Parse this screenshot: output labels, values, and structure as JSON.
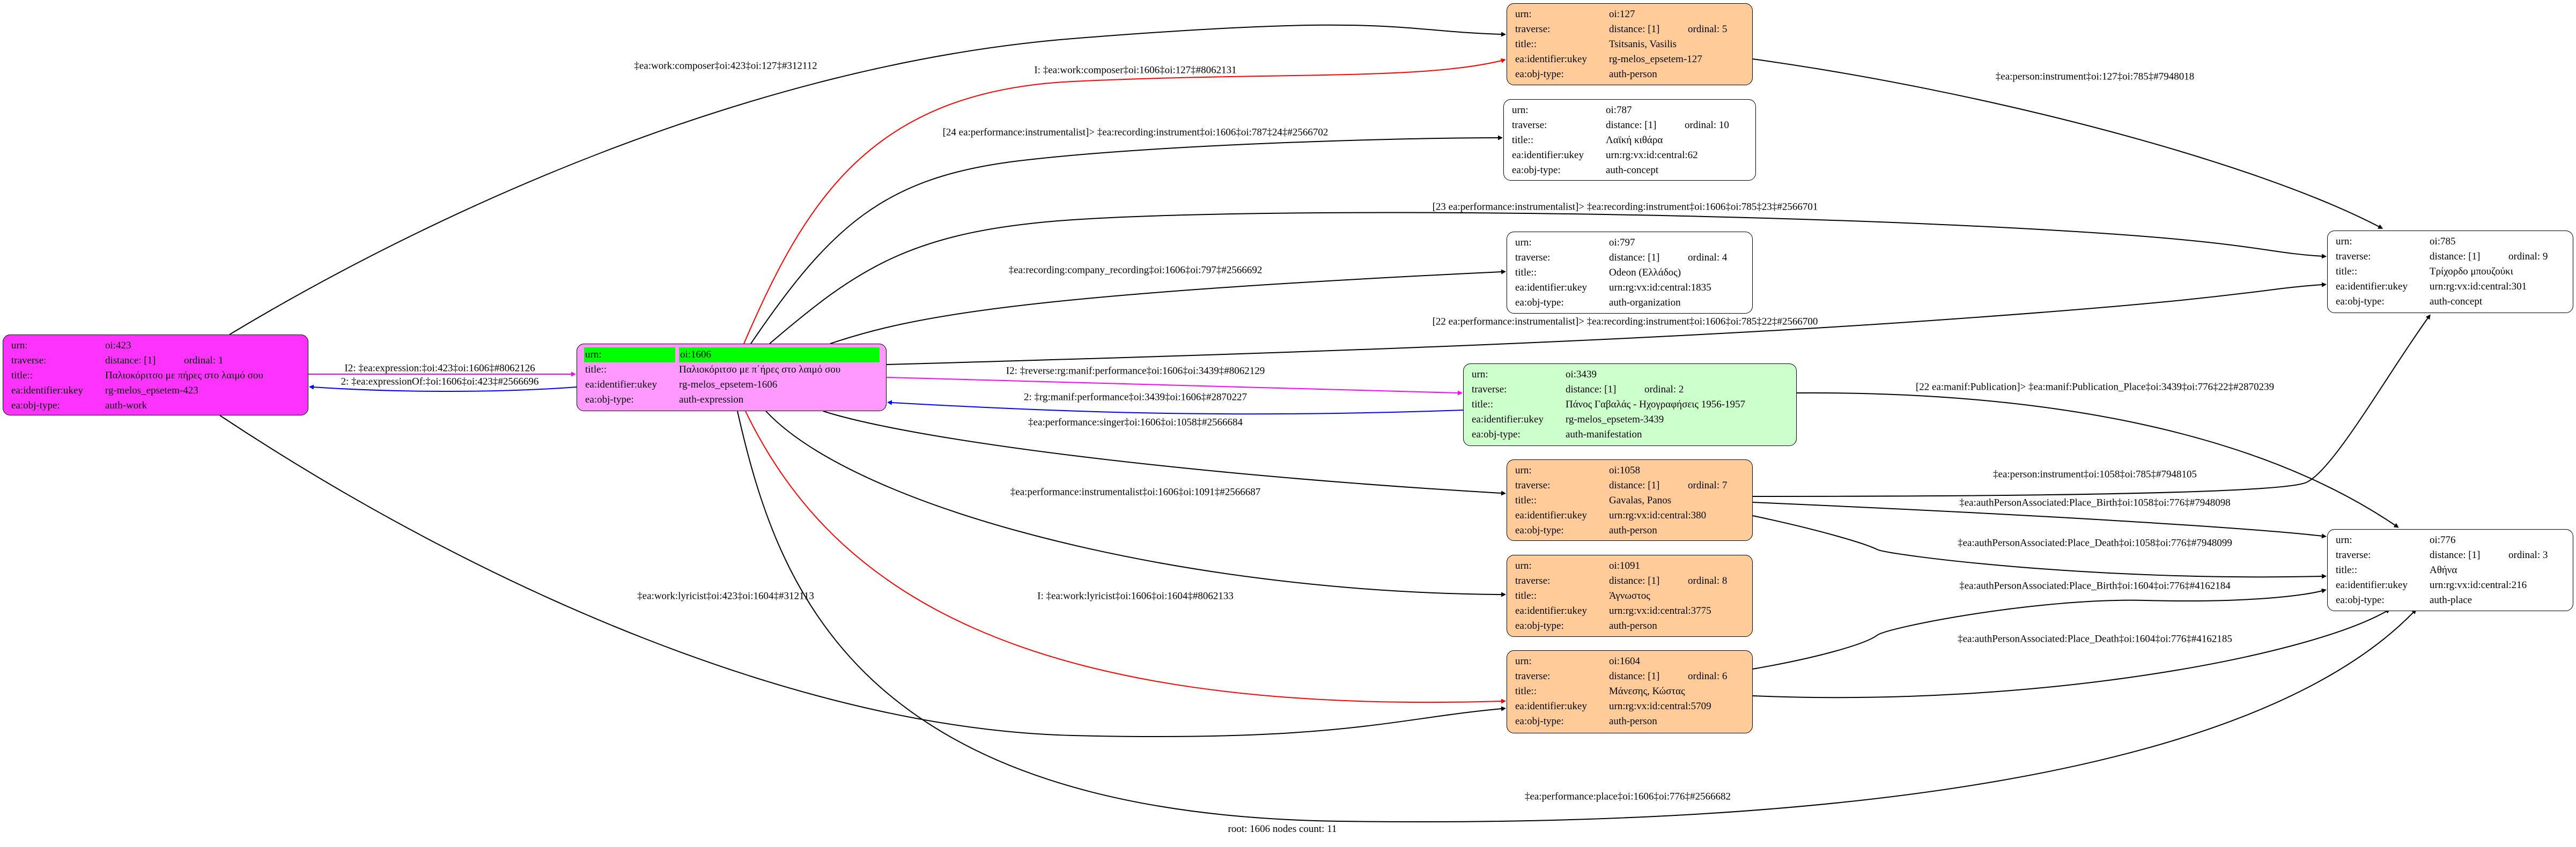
{
  "field_labels": {
    "urn": "urn:",
    "traverse": "traverse:",
    "title": "title::",
    "ukey": "ea:identifier:ukey",
    "obj_type": "ea:obj-type:"
  },
  "colors": {
    "work": "#ff33ff",
    "expression": "#ff99ff",
    "person": "#ffcc99",
    "manifestation": "#ccffcc",
    "plain": "#ffffff",
    "root_highlight": "#00ff00",
    "edge_black": "#000000",
    "edge_red": "#ff0000",
    "edge_magenta": "#ff00ff",
    "edge_blue": "#0000ff"
  },
  "nodes": [
    {
      "id": "423",
      "urn": "oi:423",
      "distance": "distance: [1]",
      "ordinal": "ordinal: 1",
      "title": "Παλιοκόριτσο με πήρες στο λαιμό σου",
      "ukey": "rg-melos_epsetem-423",
      "obj_type": "auth-work",
      "fill": "#ff33ff"
    },
    {
      "id": "1606",
      "urn": "oi:1606",
      "title": "Παλιοκόριτσο με π΄ήρες στο λαιμό σου",
      "ukey": "rg-melos_epsetem-1606",
      "obj_type": "auth-expression",
      "fill": "#ff99ff",
      "root": true
    },
    {
      "id": "127",
      "urn": "oi:127",
      "distance": "distance: [1]",
      "ordinal": "ordinal: 5",
      "title": "Tsitsanis, Vasilis",
      "ukey": "rg-melos_epsetem-127",
      "obj_type": "auth-person",
      "fill": "#ffcc99"
    },
    {
      "id": "787",
      "urn": "oi:787",
      "distance": "distance: [1]",
      "ordinal": "ordinal: 10",
      "title": "Λαϊκή κιθάρα",
      "ukey": "urn:rg:vx:id:central:62",
      "obj_type": "auth-concept",
      "fill": "#ffffff"
    },
    {
      "id": "797",
      "urn": "oi:797",
      "distance": "distance: [1]",
      "ordinal": "ordinal: 4",
      "title": "Odeon (Ελλάδος)",
      "ukey": "urn:rg:vx:id:central:1835",
      "obj_type": "auth-organization",
      "fill": "#ffffff"
    },
    {
      "id": "3439",
      "urn": "oi:3439",
      "distance": "distance: [1]",
      "ordinal": "ordinal: 2",
      "title": "Πάνος Γαβαλάς - Ηχογραφήσεις 1956-1957",
      "ukey": "rg-melos_epsetem-3439",
      "obj_type": "auth-manifestation",
      "fill": "#ccffcc"
    },
    {
      "id": "1058",
      "urn": "oi:1058",
      "distance": "distance: [1]",
      "ordinal": "ordinal: 7",
      "title": "Gavalas, Panos",
      "ukey": "urn:rg:vx:id:central:380",
      "obj_type": "auth-person",
      "fill": "#ffcc99"
    },
    {
      "id": "1091",
      "urn": "oi:1091",
      "distance": "distance: [1]",
      "ordinal": "ordinal: 8",
      "title": "Άγνωστος",
      "ukey": "urn:rg:vx:id:central:3775",
      "obj_type": "auth-person",
      "fill": "#ffcc99"
    },
    {
      "id": "1604",
      "urn": "oi:1604",
      "distance": "distance: [1]",
      "ordinal": "ordinal: 6",
      "title": "Μάνεσης, Κώστας",
      "ukey": "urn:rg:vx:id:central:5709",
      "obj_type": "auth-person",
      "fill": "#ffcc99"
    },
    {
      "id": "785",
      "urn": "oi:785",
      "distance": "distance: [1]",
      "ordinal": "ordinal: 9",
      "title": "Τρίχορδο μπουζούκι",
      "ukey": "urn:rg:vx:id:central:301",
      "obj_type": "auth-concept",
      "fill": "#ffffff"
    },
    {
      "id": "776",
      "urn": "oi:776",
      "distance": "distance: [1]",
      "ordinal": "ordinal: 3",
      "title": "Αθήνα",
      "ukey": "urn:rg:vx:id:central:216",
      "obj_type": "auth-place",
      "fill": "#ffffff"
    }
  ],
  "edges": [
    {
      "from": "423",
      "to": "127",
      "color": "#000000",
      "label": "‡ea:work:composer‡oi:423‡oi:127‡#312112"
    },
    {
      "from": "1606",
      "to": "127",
      "color": "#ff0000",
      "label": "I: ‡ea:work:composer‡oi:1606‡oi:127‡#8062131"
    },
    {
      "from": "1606",
      "to": "787",
      "color": "#000000",
      "label": "[24 ea:performance:instrumentalist]> ‡ea:recording:instrument‡oi:1606‡oi:787‡24‡#2566702"
    },
    {
      "from": "1606",
      "to": "785",
      "color": "#000000",
      "label": "[23 ea:performance:instrumentalist]> ‡ea:recording:instrument‡oi:1606‡oi:785‡23‡#2566701"
    },
    {
      "from": "1606",
      "to": "797",
      "color": "#000000",
      "label": "‡ea:recording:company_recording‡oi:1606‡oi:797‡#2566692"
    },
    {
      "from": "1606",
      "to": "785",
      "color": "#000000",
      "label": "[22 ea:performance:instrumentalist]> ‡ea:recording:instrument‡oi:1606‡oi:785‡22‡#2566700"
    },
    {
      "from": "423",
      "to": "1606",
      "color": "#ff00ff",
      "label": "I2: ‡ea:expression:‡oi:423‡oi:1606‡#8062126"
    },
    {
      "from": "1606",
      "to": "423",
      "color": "#0000ff",
      "label": "2: ‡ea:expressionOf:‡oi:1606‡oi:423‡#2566696"
    },
    {
      "from": "1606",
      "to": "3439",
      "color": "#ff00ff",
      "label": "I2: ‡reverse:rg:manif:performance‡oi:1606‡oi:3439‡#8062129"
    },
    {
      "from": "3439",
      "to": "1606",
      "color": "#0000ff",
      "label": "2: ‡rg:manif:performance‡oi:3439‡oi:1606‡#2870227"
    },
    {
      "from": "3439",
      "to": "776",
      "color": "#000000",
      "label": "[22 ea:manif:Publication]> ‡ea:manif:Publication_Place‡oi:3439‡oi:776‡22‡#2870239"
    },
    {
      "from": "1606",
      "to": "1058",
      "color": "#000000",
      "label": "‡ea:performance:singer‡oi:1606‡oi:1058‡#2566684"
    },
    {
      "from": "1606",
      "to": "1091",
      "color": "#000000",
      "label": "‡ea:performance:instrumentalist‡oi:1606‡oi:1091‡#2566687"
    },
    {
      "from": "1606",
      "to": "1604",
      "color": "#ff0000",
      "label": "I: ‡ea:work:lyricist‡oi:1606‡oi:1604‡#8062133"
    },
    {
      "from": "423",
      "to": "1604",
      "color": "#000000",
      "label": "‡ea:work:lyricist‡oi:423‡oi:1604‡#312113"
    },
    {
      "from": "1606",
      "to": "776",
      "color": "#000000",
      "label": "‡ea:performance:place‡oi:1606‡oi:776‡#2566682"
    },
    {
      "from": "127",
      "to": "785",
      "color": "#000000",
      "label": "‡ea:person:instrument‡oi:127‡oi:785‡#7948018"
    },
    {
      "from": "1058",
      "to": "785",
      "color": "#000000",
      "label": "‡ea:person:instrument‡oi:1058‡oi:785‡#7948105"
    },
    {
      "from": "1058",
      "to": "776",
      "color": "#000000",
      "label": "‡ea:authPersonAssociated:Place_Birth‡oi:1058‡oi:776‡#7948098"
    },
    {
      "from": "1058",
      "to": "776",
      "color": "#000000",
      "label": "‡ea:authPersonAssociated:Place_Death‡oi:1058‡oi:776‡#7948099"
    },
    {
      "from": "1604",
      "to": "776",
      "color": "#000000",
      "label": "‡ea:authPersonAssociated:Place_Birth‡oi:1604‡oi:776‡#4162184"
    },
    {
      "from": "1604",
      "to": "776",
      "color": "#000000",
      "label": "‡ea:authPersonAssociated:Place_Death‡oi:1604‡oi:776‡#4162185"
    }
  ],
  "footer": "root: 1606 nodes count: 11"
}
